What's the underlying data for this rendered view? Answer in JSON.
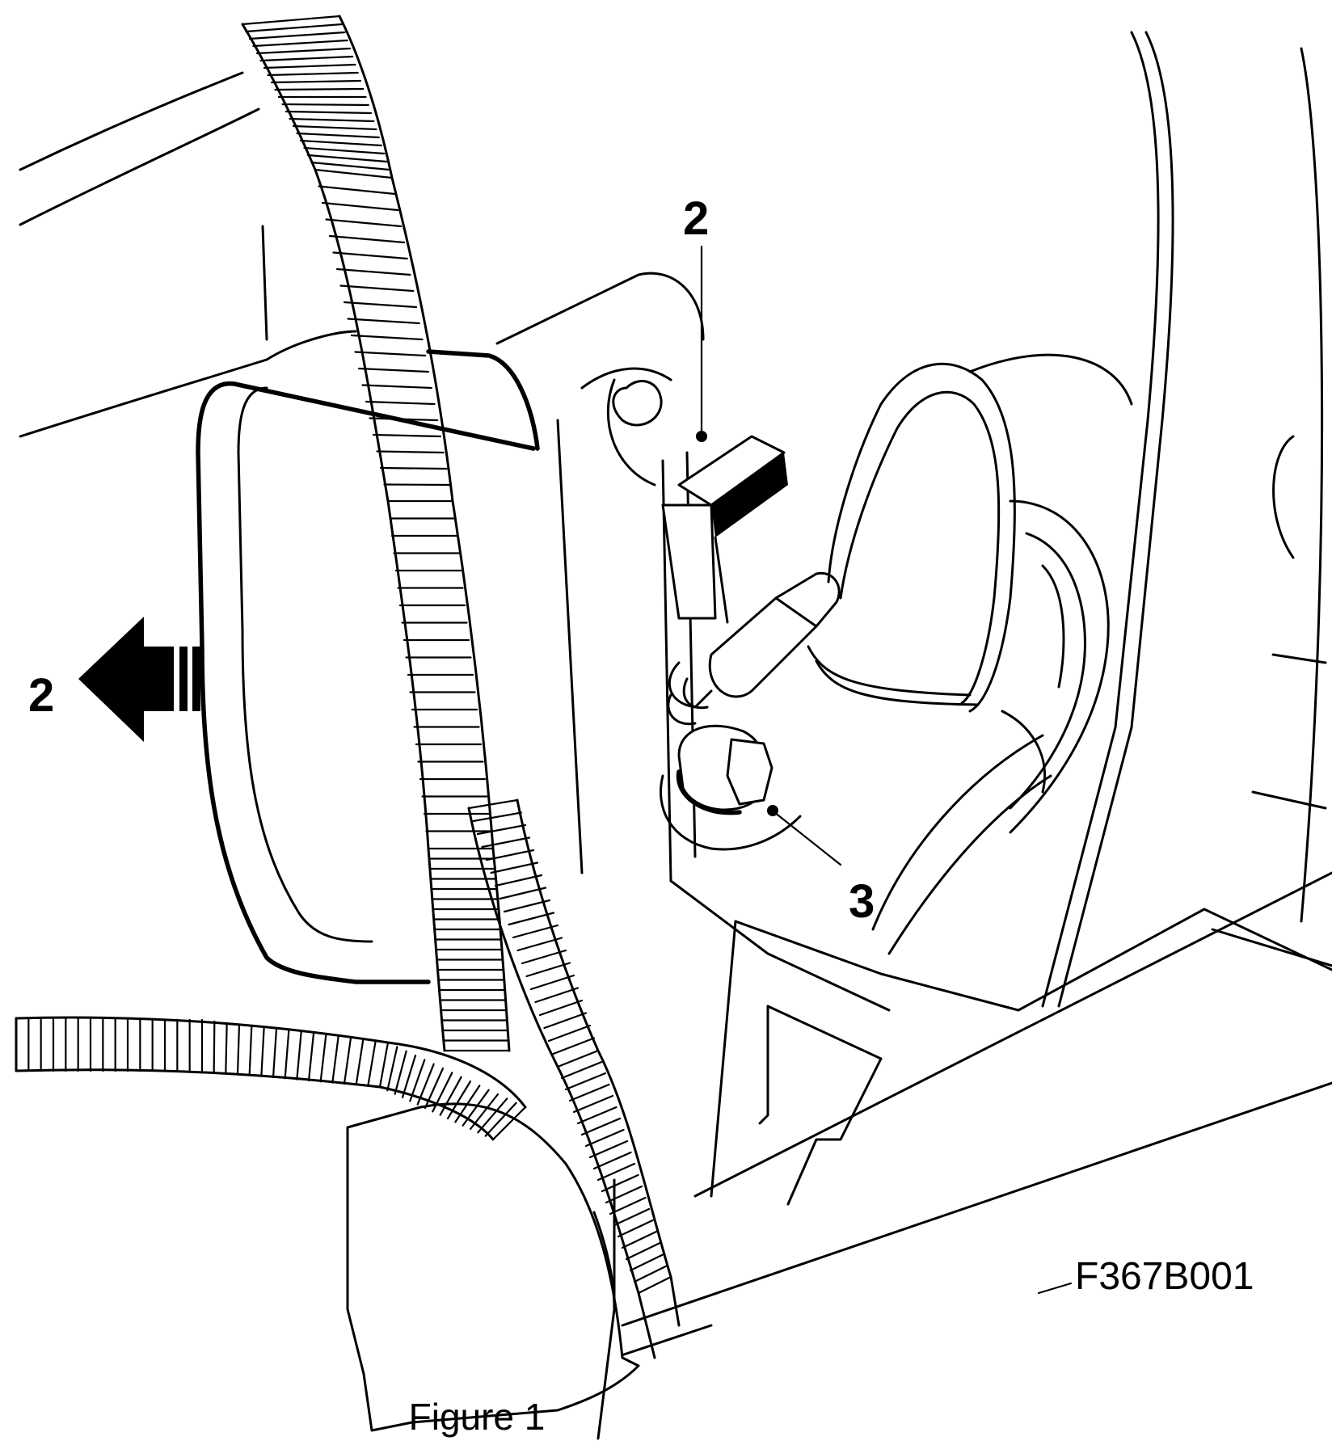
{
  "figure": {
    "callouts": {
      "arrow_label": "2",
      "connector_label": "2",
      "bolt_label": "3"
    },
    "drawing_code": "F367B001",
    "caption": "Figure 1"
  }
}
